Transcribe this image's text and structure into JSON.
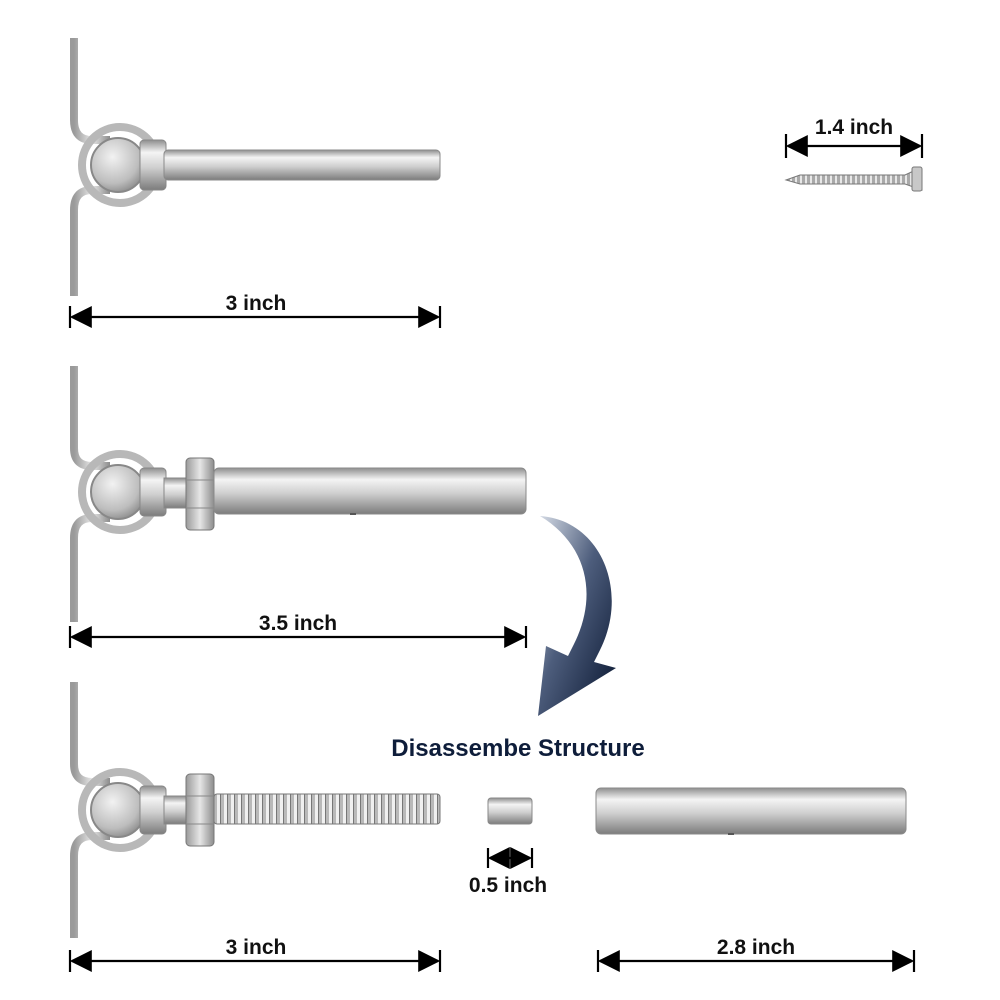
{
  "labels": {
    "top_length": "3 inch",
    "screw_length": "1.4 inch",
    "assembled_length": "3.5 inch",
    "title": "Disassembe Structure",
    "sleeve_length": "0.5 inch",
    "bolt_length": "3 inch",
    "tube_length": "2.8 inch"
  },
  "colors": {
    "metal_light": "#eeeeee",
    "metal_mid": "#bdbdbd",
    "metal_dark": "#8a8a8a",
    "title_color": "#0e1d3a",
    "arrow_color": "#1b2b50"
  },
  "icons": {
    "arrow": "curved-arrow-icon"
  }
}
